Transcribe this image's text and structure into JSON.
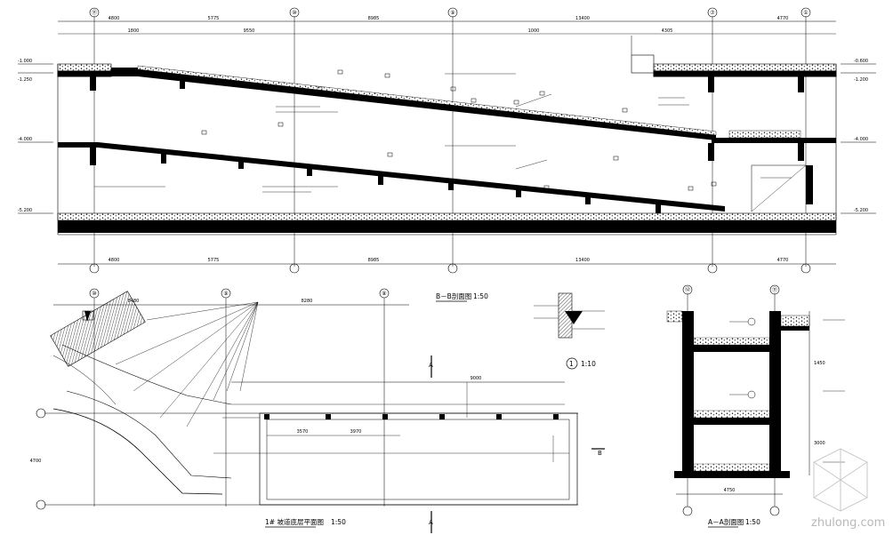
{
  "titles": {
    "section_bb": "B－B剖面图",
    "section_bb_scale": "1:50",
    "detail_no": "1",
    "detail_scale": "1:10",
    "plan": "1# 坡道底层平面图",
    "plan_scale": "1:50",
    "section_aa": "A－A剖面图",
    "section_aa_scale": "1:50"
  },
  "cut_marks": {
    "a": "A",
    "b": "B"
  },
  "grid_axes": {
    "top": [
      "⑪",
      "⑩",
      "⑨",
      "⑦",
      "①"
    ],
    "plan": [
      "⑩",
      "⑨",
      "⑧"
    ],
    "aa": [
      "⑫",
      "⑪"
    ]
  },
  "section_bb_dims": {
    "top": [
      "4800",
      "5775",
      "8985",
      "13400",
      "4770"
    ],
    "bottom": [
      "4800",
      "5775",
      "8985",
      "13400",
      "4770"
    ],
    "inner": [
      "1800",
      "9550",
      "1000",
      "4305"
    ]
  },
  "levels": {
    "left": [
      "-1.000",
      "-1.250",
      "-4.000",
      "-5.200"
    ],
    "right": [
      "-0.600",
      "-1.200",
      "-4.000",
      "-5.200"
    ]
  },
  "plan_dims": {
    "top": [
      "8480",
      "8280"
    ],
    "inner": [
      "3570",
      "3970",
      "9000"
    ],
    "left": "4700"
  },
  "aa_dims": {
    "bottom": "4750",
    "right": [
      "1450",
      "3000"
    ]
  },
  "watermark": "zhulong.com"
}
